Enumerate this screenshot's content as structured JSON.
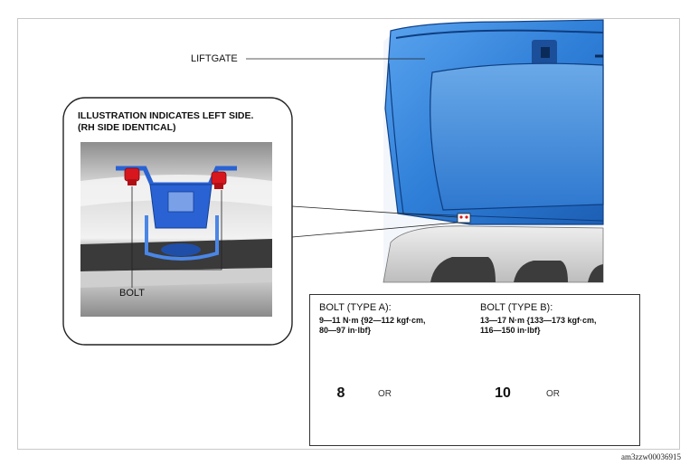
{
  "labels": {
    "liftgate": "LIFTGATE",
    "bolt": "BOLT",
    "inset_line1": "ILLUSTRATION INDICATES LEFT SIDE.",
    "inset_line2": "(RH SIDE IDENTICAL)"
  },
  "bolt_types": [
    {
      "title": "BOLT (TYPE A):",
      "torque_line1": "9—11 N·m {92—112 kgf·cm,",
      "torque_line2": "80—97 in·lbf}",
      "size_mark": "8",
      "or": "OR"
    },
    {
      "title": "BOLT (TYPE B):",
      "torque_line1": "13—17 N·m {133—173 kgf·cm,",
      "torque_line2": "116—150 in·lbf}",
      "size_mark": "10",
      "or": "OR"
    }
  ],
  "figure_id": "am3zzw00036915",
  "colors": {
    "liftgate_blue": "#2f7fd8",
    "bracket_blue": "#2a62d4",
    "bolt_red": "#d8161e"
  }
}
